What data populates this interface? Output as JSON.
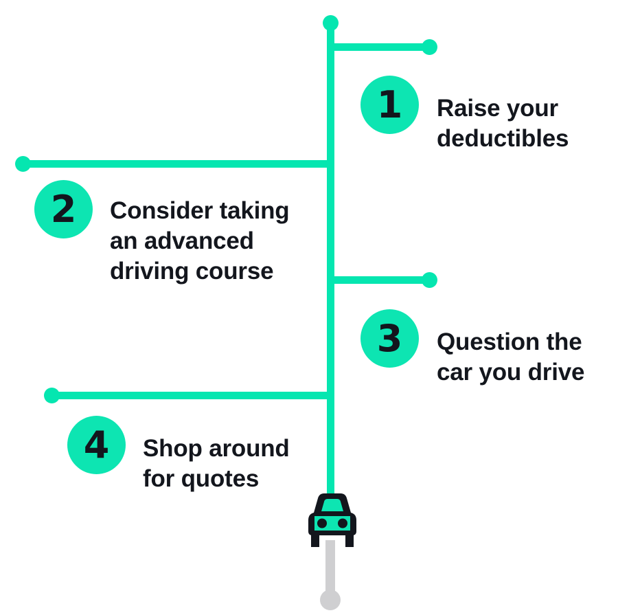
{
  "graphic": {
    "type": "vertical-timeline-infographic",
    "colors": {
      "accent_green": "#05E6B0",
      "badge_green": "#0DE5B2",
      "text_dark": "#13161D",
      "pole_gray": "#CFCFD1",
      "background": "#FFFFFF"
    }
  },
  "steps": [
    {
      "number": "1",
      "label": "Raise your\ndeductibles",
      "side": "right",
      "icon": "numbered-badge-icon"
    },
    {
      "number": "2",
      "label": "Consider taking\nan advanced\ndriving course",
      "side": "left",
      "icon": "numbered-badge-icon"
    },
    {
      "number": "3",
      "label": "Question the\ncar you drive",
      "side": "right",
      "icon": "numbered-badge-icon"
    },
    {
      "number": "4",
      "label": "Shop around\nfor quotes",
      "side": "left",
      "icon": "numbered-badge-icon"
    }
  ],
  "marker": {
    "icon": "car-front-icon",
    "pole_icon": "signpost-pole-icon"
  }
}
